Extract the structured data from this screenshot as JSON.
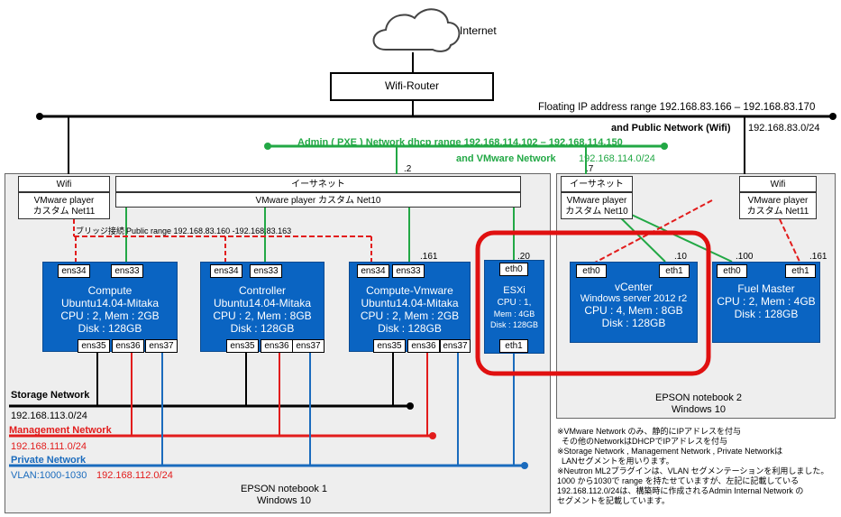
{
  "internet_label": "Internet",
  "router_label": "Wifi-Router",
  "floating_range": "Floating IP address range 192.168.83.166 – 192.168.83.170",
  "public_network": "and Public Network (Wifi)",
  "public_subnet": "192.168.83.0/24",
  "admin_network": "Admin ( PXE ) Network dhcp range 192.168.114.102 – 192.168.114.150",
  "vmware_network": "and VMware Network",
  "vmware_subnet": "192.168.114.0/24",
  "ip_2": ".2",
  "ip_7": ".7",
  "ip_161a": ".161",
  "ip_20": ".20",
  "ip_10": ".10",
  "ip_100": ".100",
  "ip_161b": ".161",
  "nb1": {
    "wifi_label": "Wifi",
    "wifi_net": "VMware player\nカスタム Net11",
    "ethernet": "イーサネット",
    "ethernet_net": "VMware player カスタム Net10",
    "bridge_label": "ブリッジ接続",
    "public_range": "Public range 192.168.83.160 -192.168.83.163",
    "name": "EPSON notebook 1",
    "os": "Windows 10"
  },
  "nb2": {
    "ethernet": "イーサネット",
    "ethernet_net": "VMware player\nカスタム Net10",
    "wifi_label": "Wifi",
    "wifi_net": "VMware player\nカスタム Net11",
    "name": "EPSON notebook 2",
    "os": "Windows 10"
  },
  "vms": {
    "compute": {
      "l1": "Compute",
      "l2": "Ubuntu14.04-Mitaka",
      "l3": "CPU : 2, Mem : 2GB",
      "l4": "Disk : 128GB"
    },
    "controller": {
      "l1": "Controller",
      "l2": "Ubuntu14.04-Mitaka",
      "l3": "CPU : 2, Mem : 8GB",
      "l4": "Disk : 128GB"
    },
    "computevm": {
      "l1": "Compute-Vmware",
      "l2": "Ubuntu14.04-Mitaka",
      "l3": "CPU : 2, Mem : 2GB",
      "l4": "Disk : 128GB"
    },
    "esxi": {
      "l1": "ESXi",
      "l2": "CPU : 1,",
      "l3": "Mem : 4GB",
      "l4": "Disk : 128GB"
    },
    "vcenter": {
      "l1": "vCenter",
      "l2": "Windows server 2012 r2",
      "l3": "CPU : 4, Mem : 8GB",
      "l4": "Disk : 128GB"
    },
    "fuel": {
      "l1": "Fuel Master",
      "l2": "CPU : 2, Mem : 4GB",
      "l3": "Disk : 128GB"
    }
  },
  "ports": {
    "ens34": "ens34",
    "ens33": "ens33",
    "ens35": "ens35",
    "ens36": "ens36",
    "ens37": "ens37",
    "eth0": "eth0",
    "eth1": "eth1"
  },
  "storage_network": "Storage Network",
  "storage_subnet": "192.168.113.0/24",
  "management_network": "Management Network",
  "management_subnet": "192.168.111.0/24",
  "private_network": "Private Network",
  "vlan": "VLAN:1000-1030",
  "private_subnet": "192.168.112.0/24",
  "notes": [
    "※VMware Network のみ、静的にIPアドレスを付与",
    "  その他のNetworkはDHCPでIPアドレスを付与",
    "※Storage Network , Management Network , Private Networkは",
    "  LANセグメントを用いります。",
    "※Neutron ML2プラグインは、VLAN セグメンテーションを利用しました。",
    "1000 から1030で range を持たせていますが、左記に記載している",
    "192.168.112.0/24は、構築時に作成されるAdmin Internal Network の",
    "セグメントを記載しています。"
  ],
  "colors": {
    "blue_box": "#0a64c2",
    "green": "#22a845",
    "red": "#e21c1c",
    "blue_line": "#1a6bbd",
    "highlight": "#e01010"
  }
}
